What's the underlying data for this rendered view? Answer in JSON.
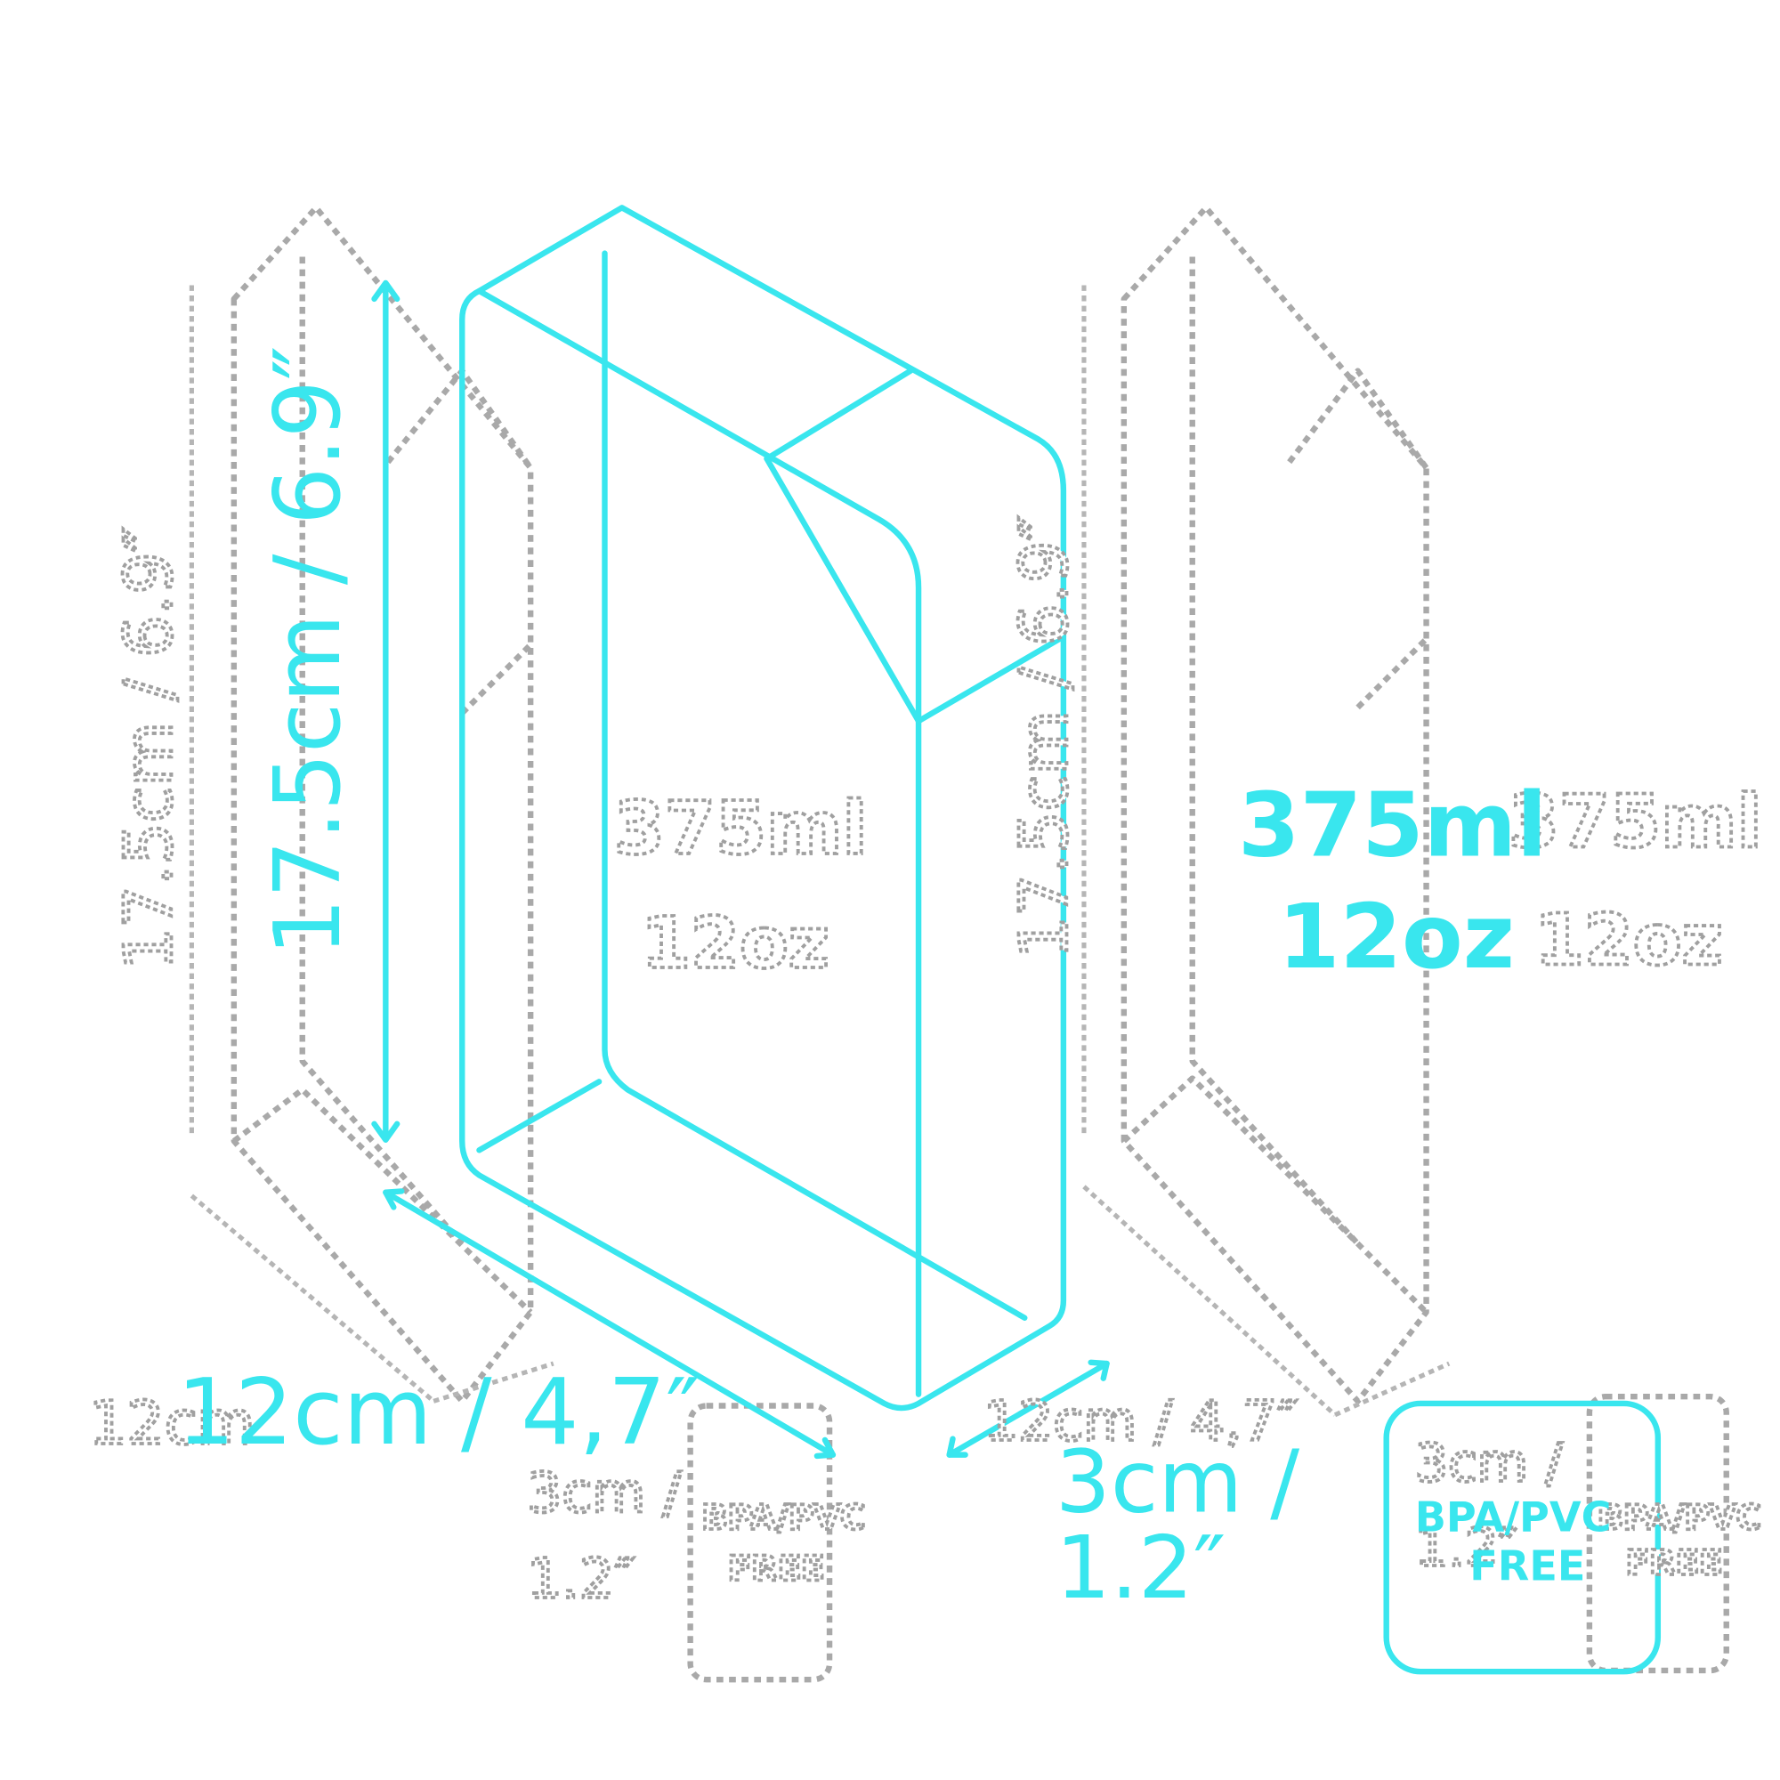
{
  "labels": {
    "height": "17.5cm / 6.9″",
    "width": "12cm / 4,7″",
    "depth_line1": "3cm /",
    "depth_line2": "1.2″",
    "volume_ml": "375ml",
    "volume_oz": "12oz",
    "badge_line1": "BPA/PVC",
    "badge_line2": "FREE"
  },
  "ghost_labels": {
    "height_left": "17.5cm / 6.9″",
    "height_middle": "17.5cm / 6.9″",
    "width_left": "12cm",
    "depth_small_line1": "3cm /",
    "depth_small_line2": "1.2″",
    "depth_right": "12cm / 4,7″",
    "depth_right2_line1": "3cm /",
    "depth_right2_line2": "1.2″",
    "volume_ml_center": "375ml",
    "volume_oz_center": "12oz",
    "volume_ml_right": "375ml",
    "volume_oz_right": "12oz",
    "badge_left_line1": "BPA/PVC",
    "badge_left_line2": "FREE",
    "badge_right_line1": "BPA/PVC",
    "badge_right_line2": "FREE"
  },
  "colors": {
    "accent": "#39e6ee",
    "ghost": "#a9a9a9",
    "background": "#ffffff"
  }
}
